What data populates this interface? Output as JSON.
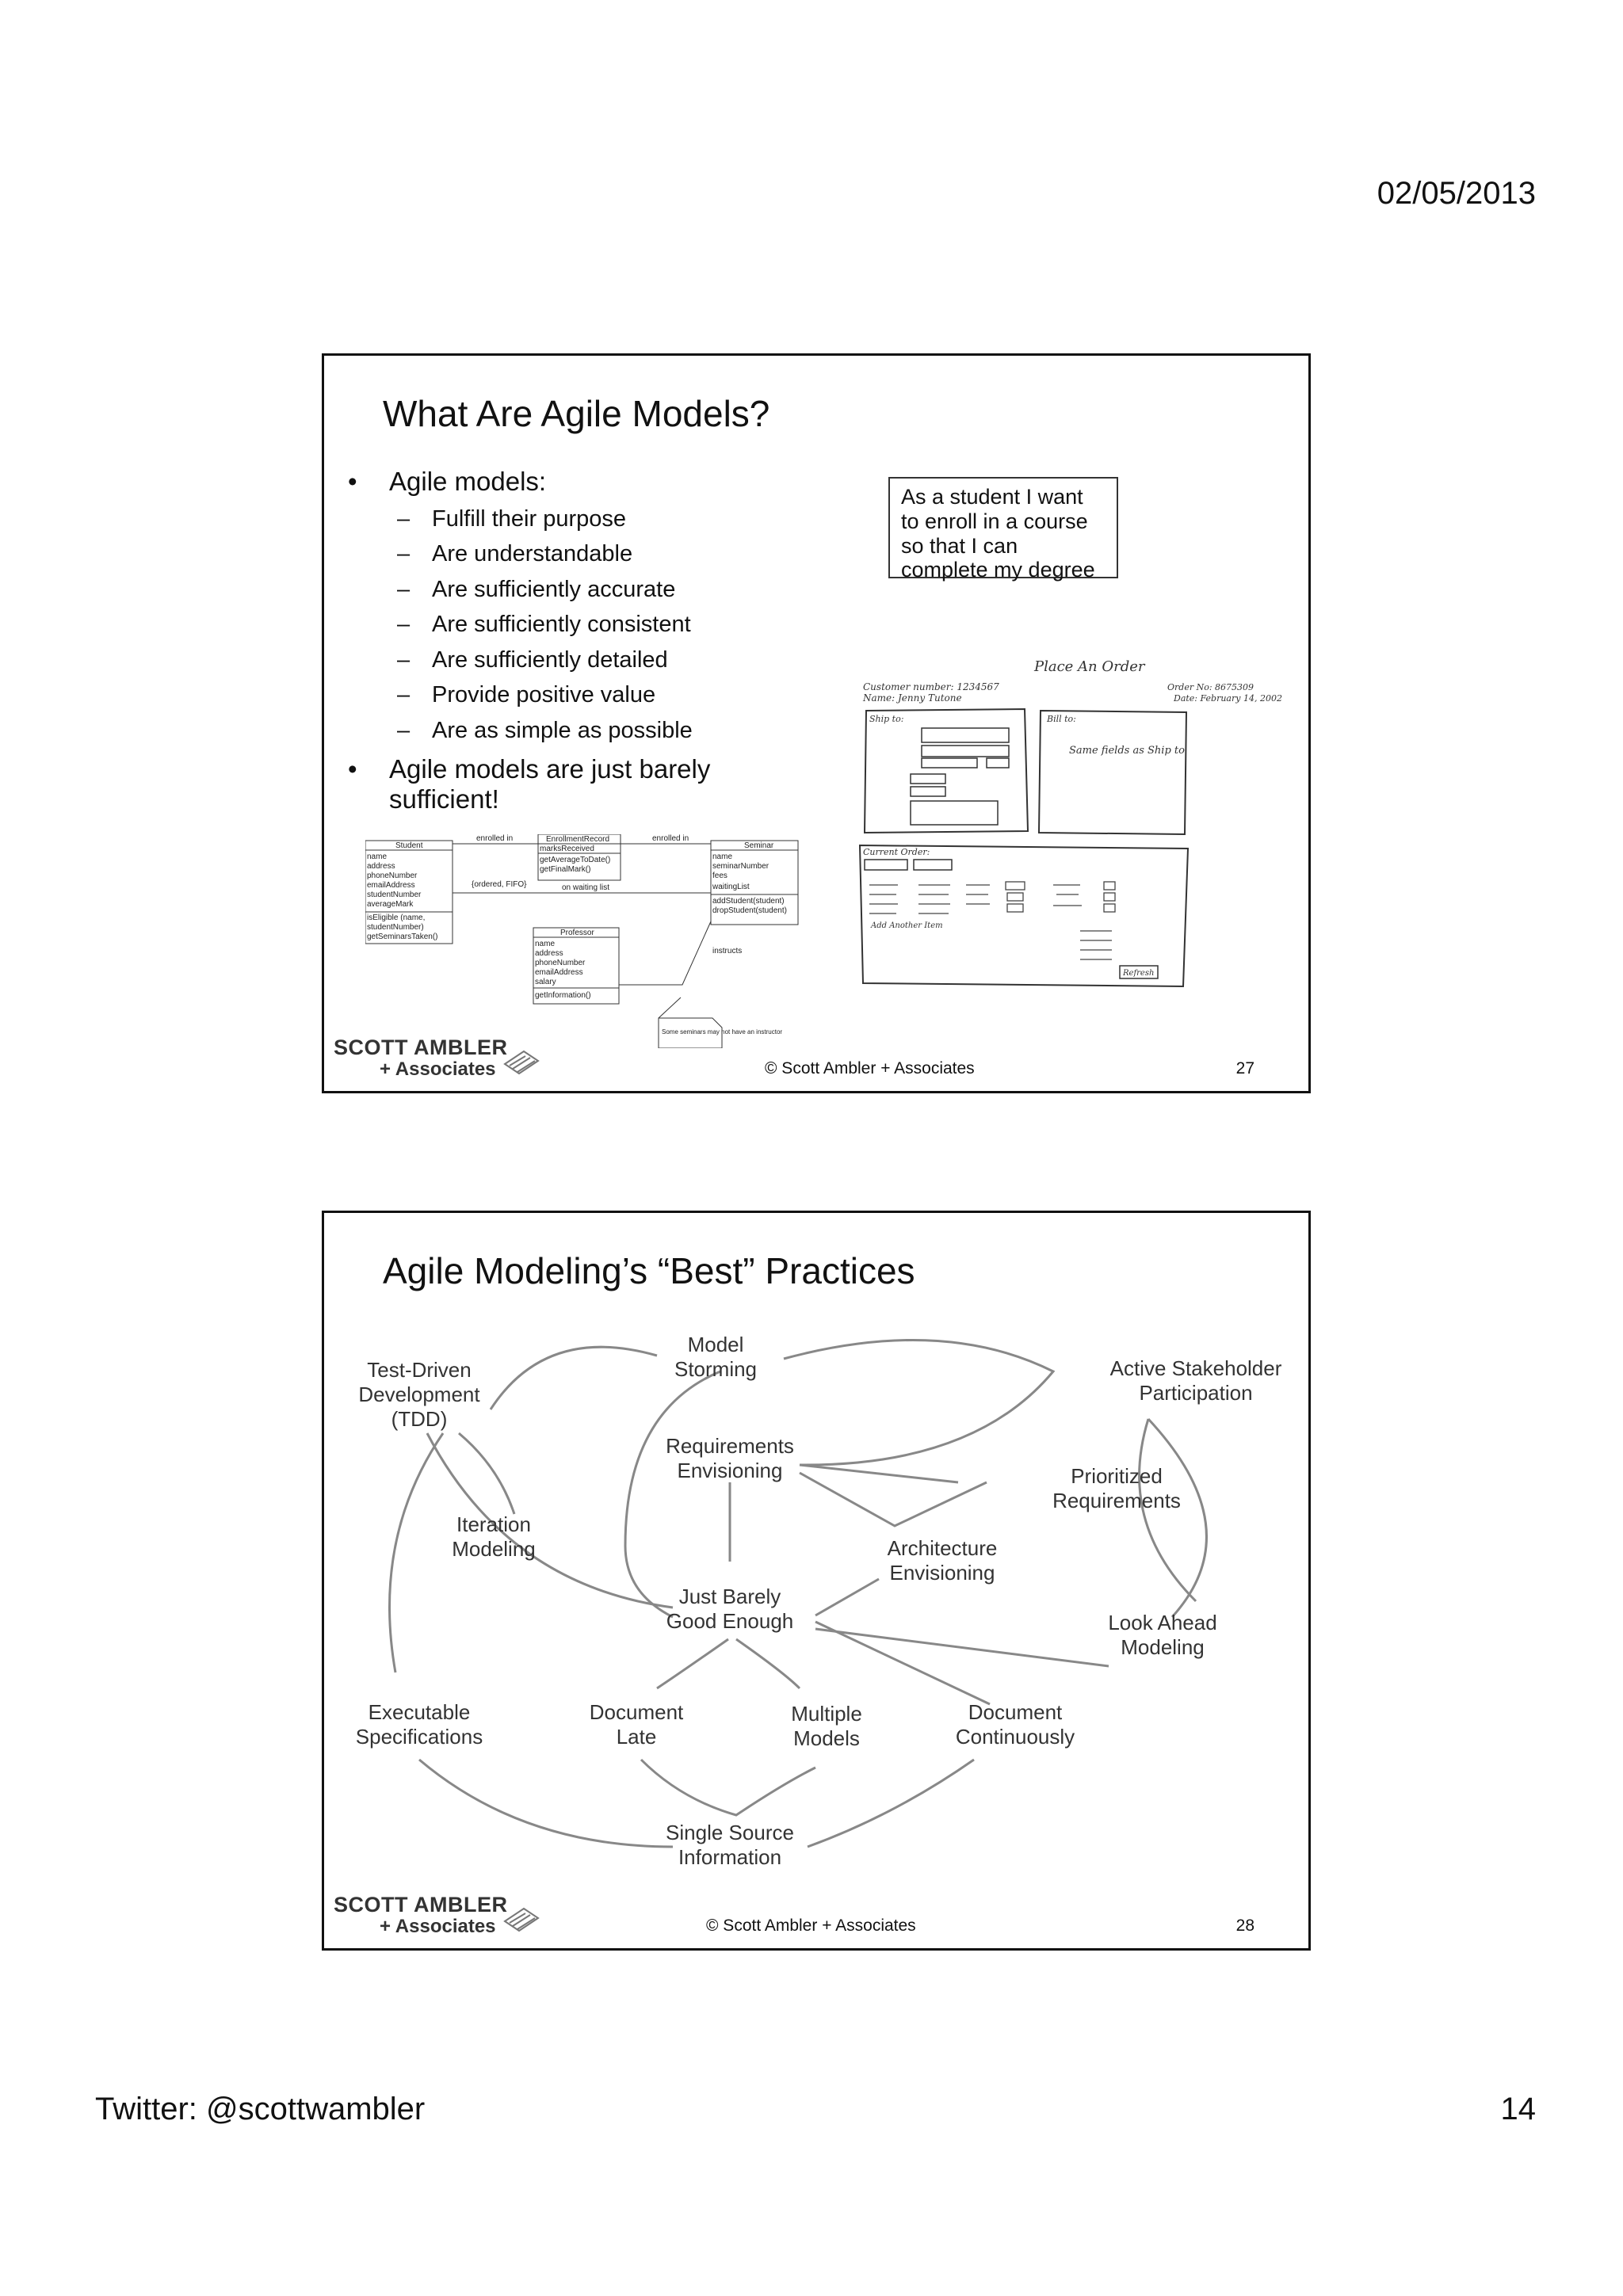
{
  "page": {
    "date": "02/05/2013",
    "twitter": "Twitter: @scottwambler",
    "page_number": "14"
  },
  "slide1": {
    "title": "What Are Agile Models?",
    "bullet1": "Agile models:",
    "sub_bullets": [
      "Fulfill their purpose",
      "Are understandable",
      "Are sufficiently accurate",
      "Are sufficiently consistent",
      "Are sufficiently detailed",
      "Provide positive value",
      "Are as simple as possible"
    ],
    "bullet2": "Agile models are just barely sufficient!",
    "user_story": "As a student I want to enroll in a course so that I can complete my degree",
    "sketch": {
      "title": "Place An Order",
      "customer": "Customer number: 1234567",
      "name": "Name: Jenny Tutone",
      "order_no": "Order No: 8675309",
      "date": "Date: February 14, 2002",
      "ship_to": "Ship to:",
      "bill_to": "Bill to:",
      "same_fields": "Same fields as Ship to",
      "current_order": "Current Order:",
      "add_another": "Add Another Item",
      "refresh": "Refresh"
    },
    "uml": {
      "student": {
        "name": "Student",
        "attrs": [
          "name",
          "address",
          "phoneNumber",
          "emailAddress",
          "studentNumber",
          "averageMark"
        ],
        "ops": [
          "isEligible (name,",
          "studentNumber)",
          "getSeminarsTaken()"
        ]
      },
      "enrollment": {
        "name": "EnrollmentRecord",
        "attrs": [
          "marksReceived"
        ],
        "ops": [
          "getAverageToDate()",
          "getFinalMark()"
        ]
      },
      "seminar": {
        "name": "Seminar",
        "attrs": [
          "name",
          "seminarNumber",
          "fees",
          "waitingList"
        ],
        "ops": [
          "addStudent(student)",
          "dropStudent(student)"
        ]
      },
      "professor": {
        "name": "Professor",
        "attrs": [
          "name",
          "address",
          "phoneNumber",
          "emailAddress",
          "salary"
        ],
        "ops": [
          "getInformation()"
        ]
      },
      "labels": {
        "enrolled_in": "enrolled in",
        "on_waiting_list": "on waiting list",
        "ordered": "{ordered, FIFO}",
        "instructs": "instructs",
        "note": "Some seminars may not have an instructor"
      }
    },
    "footer_copyright": "© Scott Ambler + Associates",
    "slide_number": "27"
  },
  "slide2": {
    "title": "Agile Modeling’s “Best” Practices",
    "nodes": [
      {
        "id": "model-storming",
        "label": "Model\nStorming"
      },
      {
        "id": "tdd",
        "label": "Test-Driven\nDevelopment\n(TDD)"
      },
      {
        "id": "active-stakeholder",
        "label": "Active Stakeholder\nParticipation"
      },
      {
        "id": "requirements-envisioning",
        "label": "Requirements\nEnvisioning"
      },
      {
        "id": "prioritized-requirements",
        "label": "Prioritized\nRequirements"
      },
      {
        "id": "iteration-modeling",
        "label": "Iteration\nModeling"
      },
      {
        "id": "architecture-envisioning",
        "label": "Architecture\nEnvisioning"
      },
      {
        "id": "just-barely-good-enough",
        "label": "Just Barely\nGood Enough"
      },
      {
        "id": "look-ahead-modeling",
        "label": "Look Ahead\nModeling"
      },
      {
        "id": "executable-specifications",
        "label": "Executable\nSpecifications"
      },
      {
        "id": "document-late",
        "label": "Document\nLate"
      },
      {
        "id": "multiple-models",
        "label": "Multiple\nModels"
      },
      {
        "id": "document-continuously",
        "label": "Document\nContinuously"
      },
      {
        "id": "single-source-information",
        "label": "Single Source\nInformation"
      }
    ],
    "footer_copyright": "© Scott Ambler + Associates",
    "slide_number": "28"
  },
  "logo": {
    "line1": "SCOTT AMBLER",
    "line2": "+ Associates"
  }
}
